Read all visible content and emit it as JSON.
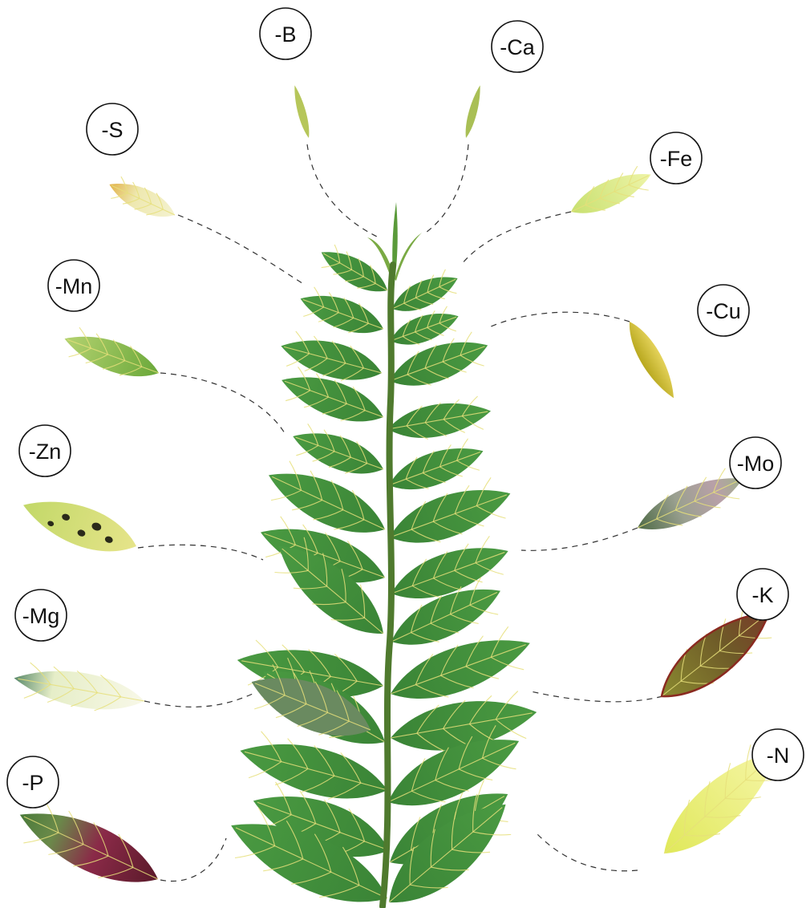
{
  "deficiencies": [
    {
      "id": "B",
      "label": "-B",
      "color": "#b6c65a"
    },
    {
      "id": "Ca",
      "label": "-Ca",
      "color": "#a9bf55"
    },
    {
      "id": "S",
      "label": "-S",
      "color": "#eee6b0"
    },
    {
      "id": "Fe",
      "label": "-Fe",
      "color": "#dcec8c"
    },
    {
      "id": "Mn",
      "label": "-Mn",
      "color": "#8cb448"
    },
    {
      "id": "Cu",
      "label": "-Cu",
      "color": "#cdbb2e"
    },
    {
      "id": "Zn",
      "label": "-Zn",
      "color": "#dbe07a"
    },
    {
      "id": "Mo",
      "label": "-Mo",
      "color": "#8a8f6a"
    },
    {
      "id": "Mg",
      "label": "-Mg",
      "color": "#e8eecc"
    },
    {
      "id": "K",
      "label": "-K",
      "color": "#7a6a2a"
    },
    {
      "id": "P",
      "label": "-P",
      "color": "#7a2a3a"
    },
    {
      "id": "N",
      "label": "-N",
      "color": "#eef080"
    }
  ],
  "colors": {
    "healthy_leaf": "#3f8a3a",
    "stem": "#4f7a2e",
    "vein": "#e6df7a"
  }
}
